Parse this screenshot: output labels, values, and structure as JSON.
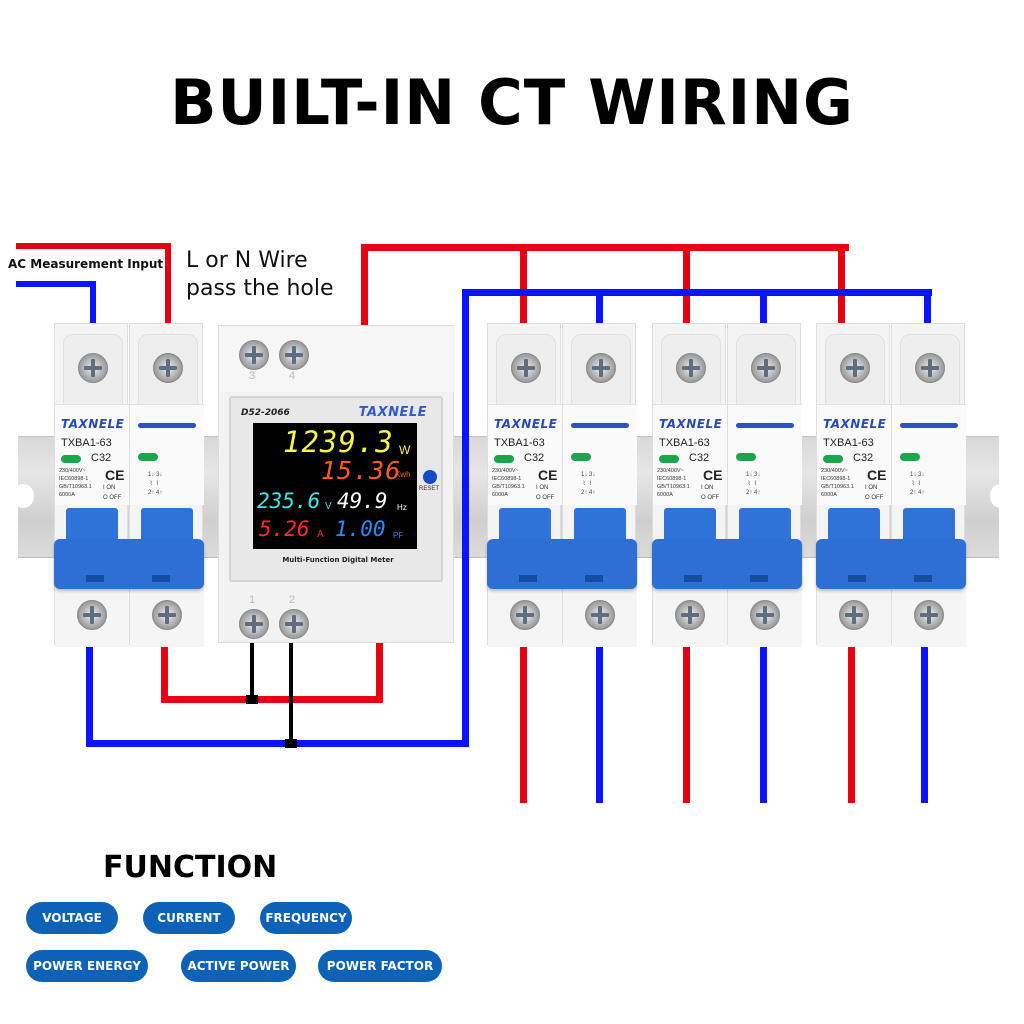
{
  "title": "BUILT-IN CT WIRING",
  "labels": {
    "ac_input": "AC Measurement Input",
    "wire_line1": "L or N Wire",
    "wire_line2": "pass the hole"
  },
  "colors": {
    "live_wire": "#e60012",
    "neutral_wire": "#0a14ff",
    "signal_wire": "#000000",
    "pill_bg": "#0b62b6",
    "breaker_handle": "#2e6fd6"
  },
  "breaker": {
    "brand": "TAXNELE",
    "model": "TXBA1-63",
    "rating": "C32",
    "spec_lines": "230/400V~\nIEC60898-1\nGB/T10963.1\n6000A",
    "ce_mark": "CE",
    "on_off": "I ON\nO OFF",
    "pole_diagram": "1↓ 3↓\n ⌇  ⌇\n2↑ 4↑"
  },
  "breakers": [
    {
      "id": "main"
    },
    {
      "id": "branch-1"
    },
    {
      "id": "branch-2"
    },
    {
      "id": "branch-3"
    }
  ],
  "meter": {
    "model": "D52-2066",
    "brand": "TAXNELE",
    "subtitle": "Multi-Function Digital Meter",
    "reset_label": "RESET",
    "terminals_top": [
      "3",
      "4"
    ],
    "terminals_bottom": [
      "1",
      "2"
    ],
    "readings": {
      "power": {
        "value": "1239.3",
        "unit": "W",
        "color": "#f5f542"
      },
      "energy": {
        "value": "15.36",
        "unit": "Kwh",
        "color": "#ff5a1f"
      },
      "voltage": {
        "value": "235.6",
        "unit": "V",
        "color": "#3ee6e6"
      },
      "frequency": {
        "value": "49.9",
        "unit": "Hz",
        "color": "#ffffff"
      },
      "current": {
        "value": "5.26",
        "unit": "A",
        "color": "#ff2a2a"
      },
      "power_factor": {
        "value": "1.00",
        "unit": "PF",
        "color": "#1f8fff"
      }
    }
  },
  "function": {
    "title": "FUNCTION",
    "items": [
      "VOLTAGE",
      "CURRENT",
      "FREQUENCY",
      "POWER ENERGY",
      "ACTIVE POWER",
      "POWER FACTOR"
    ]
  }
}
